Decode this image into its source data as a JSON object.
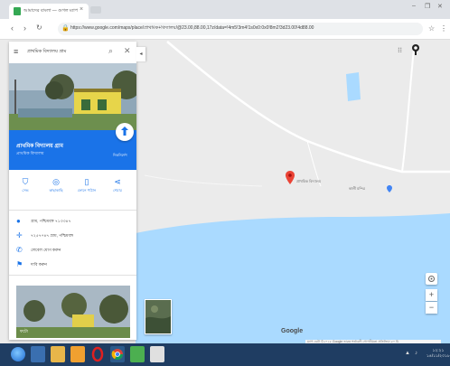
{
  "browser": {
    "tab_title": "আমাদের বাংলা — গুগল ম্যাপ",
    "tab_close": "×",
    "window_controls": [
      "–",
      "❐",
      "✕"
    ],
    "nav_back": "‹",
    "nav_forward": "›",
    "nav_reload": "↻",
    "url": "https://www.google.com/maps/place/প্রাথমিক+বিদ্যালয়/@23.00,88.00,17z/data=!4m5!3m4!1s0x0:0x0!8m2!3d23.00!4d88.00",
    "star": "☆",
    "menu": "⋮"
  },
  "search": {
    "menu_icon": "≡",
    "value": "প্রাথমিক বিদ্যালয় গ্রাম",
    "search_icon": "⌕",
    "close_icon": "✕"
  },
  "place": {
    "name": "প্রাথমিক বিদ্যালয় গ্রাম",
    "subtitle": "প্রাথমিক বিদ্যালয়",
    "directions_label": "দিকনির্দেশ"
  },
  "actions": [
    {
      "icon": "⛉",
      "label": "সেভ"
    },
    {
      "icon": "◎",
      "label": "কাছাকাছি"
    },
    {
      "icon": "▯",
      "label": "ফোনে পাঠান"
    },
    {
      "icon": "⋖",
      "label": "শেয়ার"
    }
  ],
  "info": [
    {
      "icon": "●",
      "text": "গ্রাম, পশ্চিমবঙ্গ ৭১৩৩৪৭"
    },
    {
      "icon": "✛",
      "text": "৭২৫৭+৪৭ গ্রাম, পশ্চিমবঙ্গ"
    },
    {
      "icon": "✆",
      "text": "লেবেল যোগ করুন"
    },
    {
      "icon": "⚑",
      "text": "দাবি করুন"
    }
  ],
  "photos_label": "ফটো",
  "map": {
    "pin_label": "প্রাথমিক বিদ্যালয়",
    "poi_label": "কালী মন্দির",
    "apps_icon": "⁝⁝",
    "google_logo": "Google",
    "footer": "ম্যাপ ডেটা ©২০১৮ Google   ভারত   শর্তাবলী   গোপনীয়তা   প্রতিক্রিয়া   ৫০ মি",
    "zoom_in": "+",
    "zoom_out": "−",
    "collapse": "◂"
  },
  "taskbar": {
    "clock_time": "১২:২১",
    "clock_date": "১৪/১১/২০১৮",
    "tray_icons": [
      "▲",
      "♪"
    ]
  },
  "colors": {
    "google_blue": "#1a73e8",
    "water": "#aadaff",
    "pin_red": "#ea4335",
    "taskbar": "#1f3d62"
  }
}
